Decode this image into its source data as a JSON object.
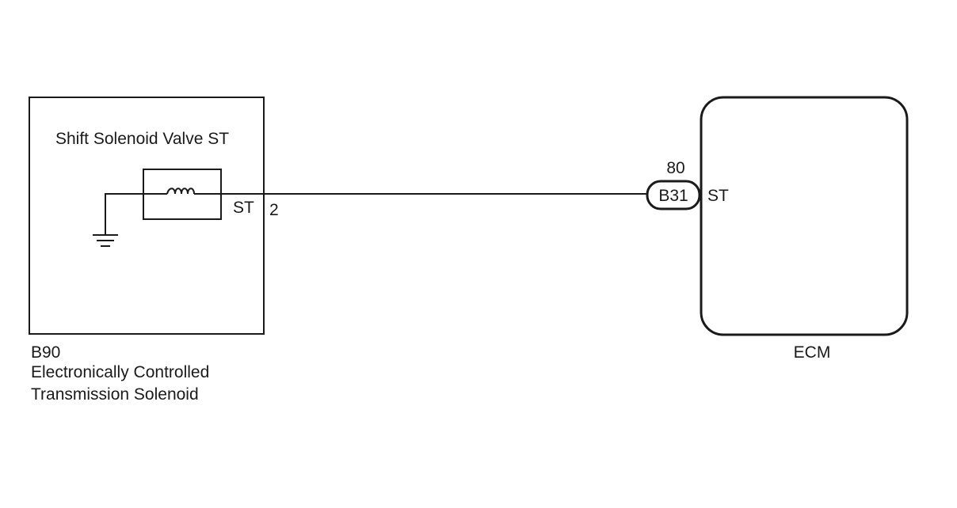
{
  "solenoid_component": {
    "title": "Shift Solenoid Valve ST",
    "pin_label": "ST",
    "pin_number": "2",
    "code": "B90",
    "name_line1": "Electronically Controlled",
    "name_line2": "Transmission Solenoid"
  },
  "connector": {
    "code": "B31",
    "pin_number": "80"
  },
  "ecm": {
    "pin_label": "ST",
    "name": "ECM"
  },
  "colors": {
    "line": "#1a1a1a",
    "background": "#ffffff"
  }
}
